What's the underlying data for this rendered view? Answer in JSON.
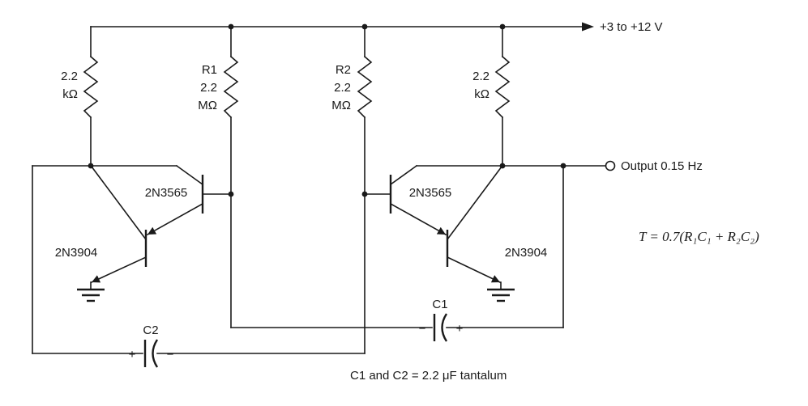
{
  "colors": {
    "ink": "#1a1a1a",
    "background": "#ffffff"
  },
  "supply": {
    "label": "+3 to +12 V"
  },
  "output": {
    "label": "Output 0.15 Hz"
  },
  "formula": "T = 0.7(R₁C₁ + R₂C₂)",
  "note": "C1 and C2 = 2.2 μF tantalum",
  "resistors": {
    "left_bias": {
      "lines": [
        "2.2",
        "kΩ"
      ]
    },
    "r1": {
      "lines": [
        "R1",
        "2.2",
        "MΩ"
      ]
    },
    "r2": {
      "lines": [
        "R2",
        "2.2",
        "MΩ"
      ]
    },
    "right_bias": {
      "lines": [
        "2.2",
        "kΩ"
      ]
    }
  },
  "transistors": {
    "q1": "2N3565",
    "q2": "2N3904",
    "q3": "2N3565",
    "q4": "2N3904"
  },
  "capacitors": {
    "c2": {
      "label": "C2",
      "left_sign": "+",
      "right_sign": "−"
    },
    "c1": {
      "label": "C1",
      "left_sign": "−",
      "right_sign": "+"
    }
  }
}
